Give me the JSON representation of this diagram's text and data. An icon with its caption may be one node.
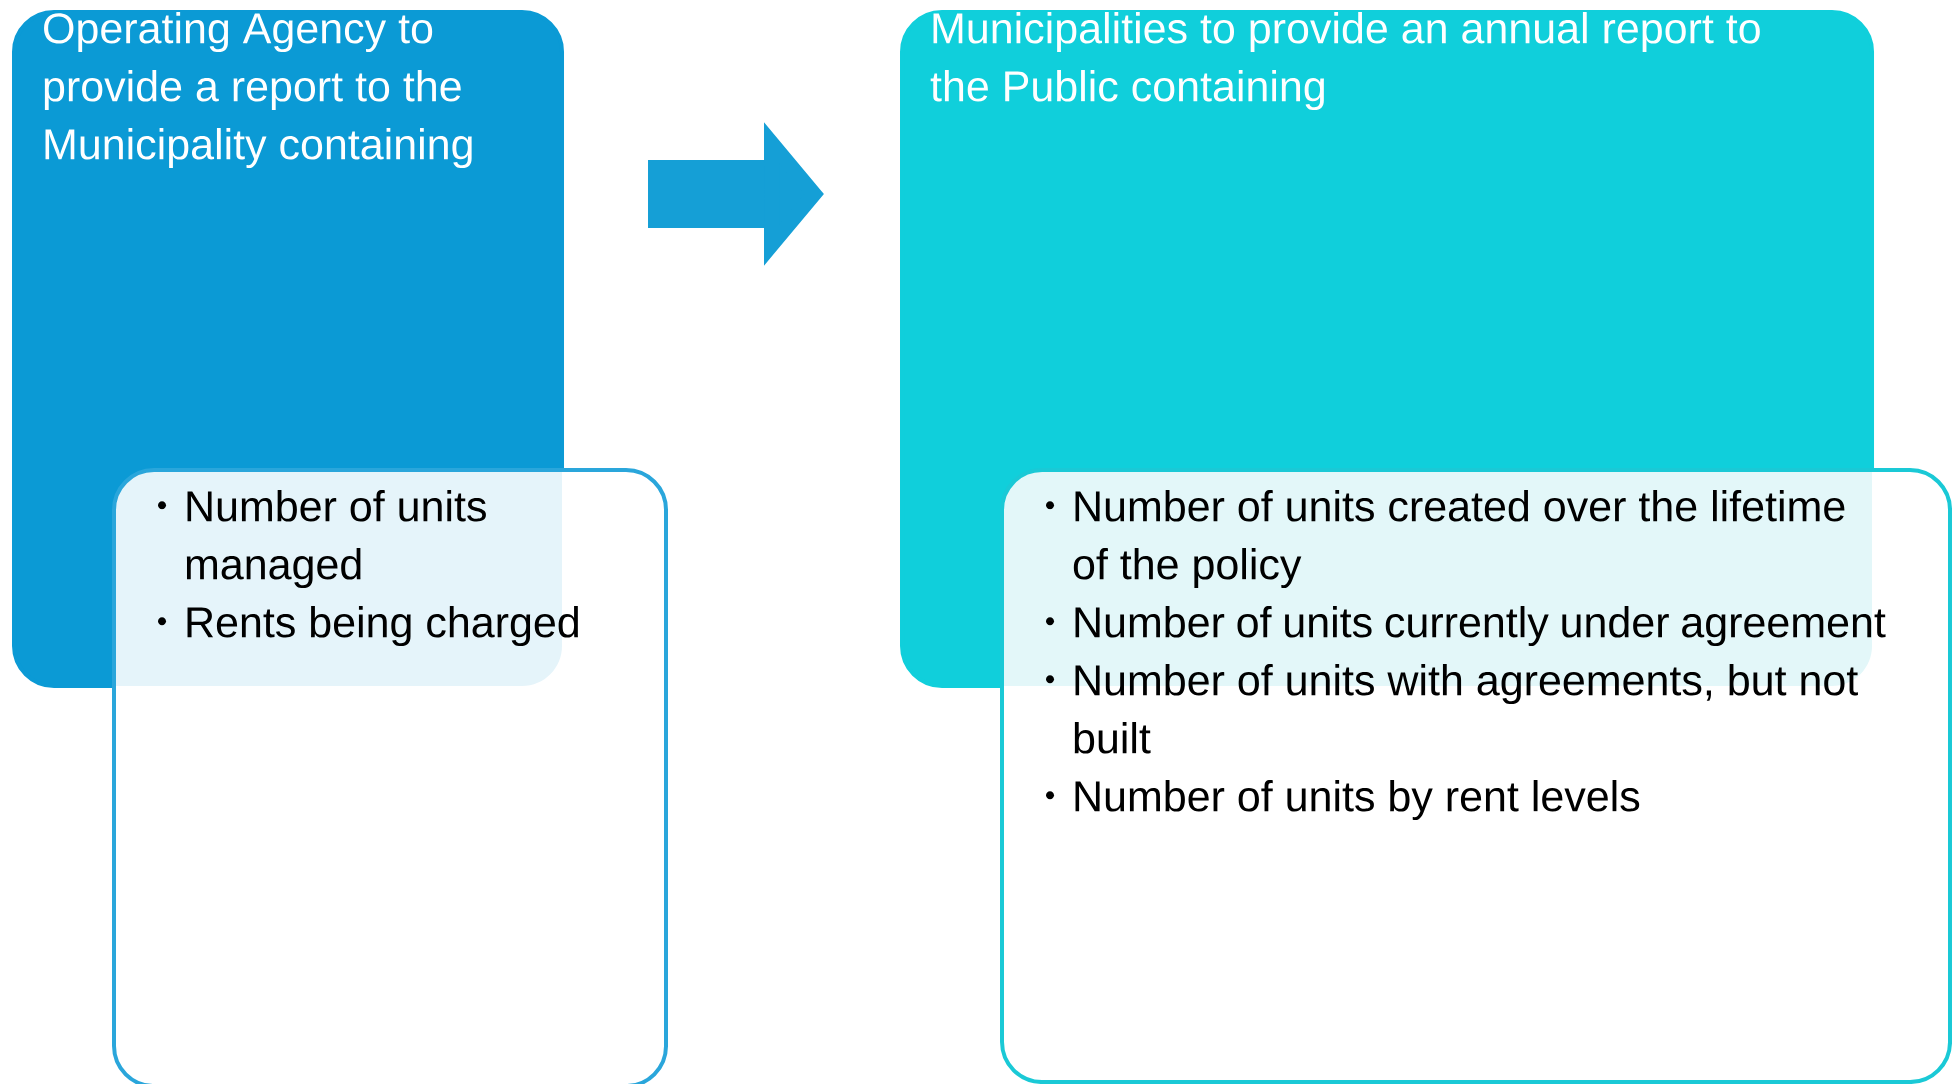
{
  "diagram": {
    "nodes": [
      {
        "text": [
          "Operating Agency to provide a report to the Municipality containing"
        ]
      },
      {
        "text": [
          "Number of units managed",
          "Rents being charged"
        ]
      },
      {
        "text": [
          "Municipalities to provide an annual report to the Public containing"
        ]
      },
      {
        "text": [
          "Number of units created over the lifetime of the policy",
          "Number of units currently under agreement",
          "Number of units with agreements, but not built",
          "Number of units by rent levels"
        ]
      }
    ],
    "edges": [
      {
        "from": 0,
        "to": 2,
        "arrow": "to"
      }
    ]
  }
}
